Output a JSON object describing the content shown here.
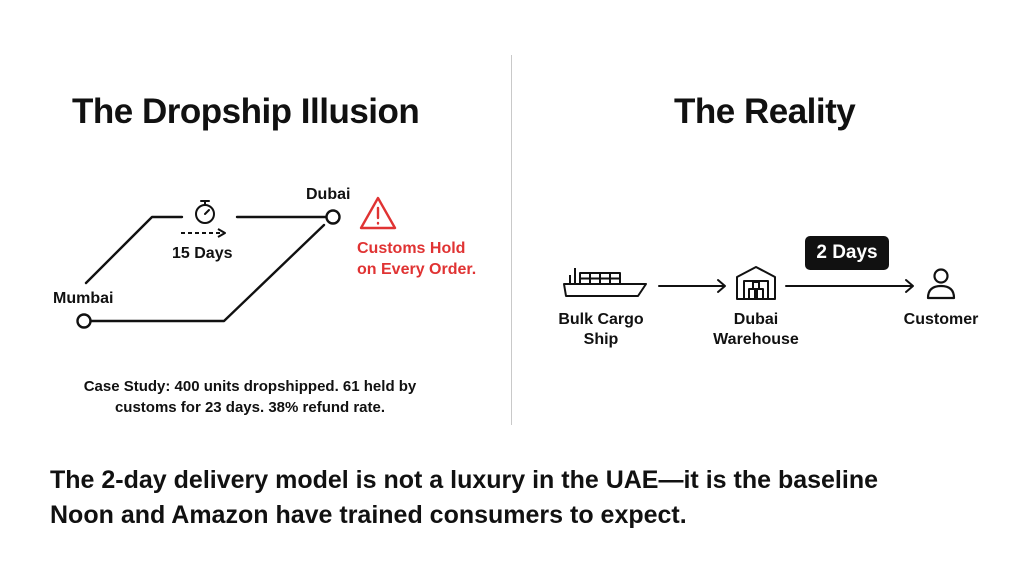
{
  "left": {
    "title": "The Dropship Illusion",
    "origin": "Mumbai",
    "destination": "Dubai",
    "transit_time": "15 Days",
    "warning": [
      "Customs Hold",
      "on Every Order."
    ],
    "case_study": [
      "Case Study: 400 units dropshipped. 61 held by",
      "customs for 23 days. 38% refund rate."
    ]
  },
  "right": {
    "title": "The Reality",
    "steps": [
      {
        "label": [
          "Bulk Cargo",
          "Ship"
        ],
        "icon": "cargo-ship-icon"
      },
      {
        "label": [
          "Dubai",
          "Warehouse"
        ],
        "icon": "warehouse-icon"
      },
      {
        "label": [
          "Customer"
        ],
        "icon": "person-icon"
      }
    ],
    "delivery_badge": "2 Days"
  },
  "takeaway": [
    "The 2-day delivery model is not a luxury in the UAE—it is the baseline",
    "Noon and Amazon have trained consumers to expect."
  ],
  "colors": {
    "warning": "#e03333",
    "ink": "#111111",
    "divider": "#c9c9c9"
  }
}
